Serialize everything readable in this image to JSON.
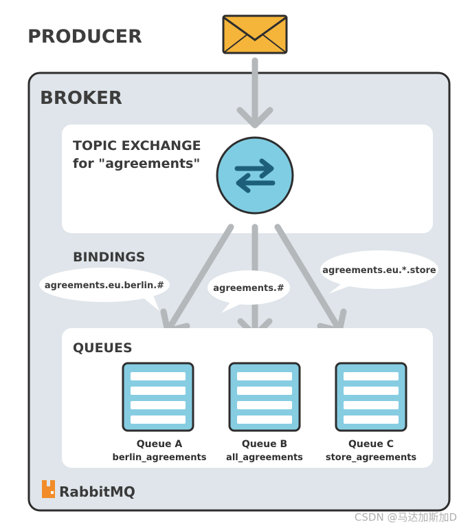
{
  "producer": {
    "label": "PRODUCER"
  },
  "broker": {
    "label": "BROKER"
  },
  "exchange": {
    "line1": "TOPIC EXCHANGE",
    "line2": "for \"agreements\""
  },
  "bindings": {
    "label": "BINDINGS",
    "items": [
      {
        "key": "agreements.eu.berlin.#"
      },
      {
        "key": "agreements.#"
      },
      {
        "key": "agreements.eu.*.store"
      }
    ]
  },
  "queues": {
    "label": "QUEUES",
    "items": [
      {
        "name": "Queue A",
        "sub": "berlin_agreements"
      },
      {
        "name": "Queue B",
        "sub": "all_agreements"
      },
      {
        "name": "Queue C",
        "sub": "store_agreements"
      }
    ]
  },
  "brand": {
    "label": "RabbitMQ",
    "icon": "rabbitmq-logo-icon"
  },
  "watermark": "CSDN @马达加斯加D",
  "colors": {
    "broker_bg": "#dfe5ea",
    "panel_bg": "#ffffff",
    "arrow": "#b4b8bb",
    "exchange_fill": "#7fcde3",
    "queue_fill": "#86cde2",
    "envelope": "#f5b53b",
    "logo": "#f28c28",
    "outline": "#2d2d2d"
  }
}
